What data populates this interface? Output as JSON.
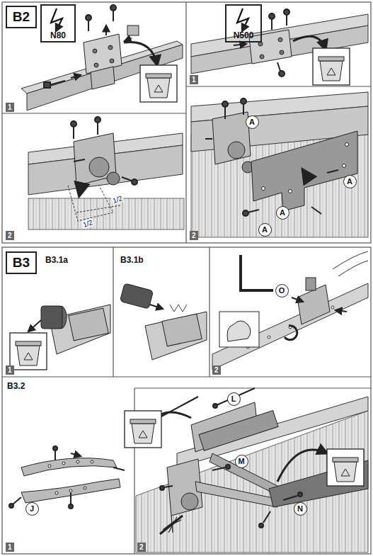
{
  "diagram": {
    "nodes": [
      {
        "text": [
          "B2"
        ]
      },
      {
        "text": [
          "N80"
        ]
      },
      {
        "text": [
          "N500"
        ]
      },
      {
        "text": [
          "A"
        ]
      },
      {
        "text": [
          "A"
        ]
      },
      {
        "text": [
          "A"
        ]
      },
      {
        "text": [
          "A"
        ]
      },
      {
        "text": [
          "B3"
        ]
      },
      {
        "text": [
          "O"
        ]
      },
      {
        "text": [
          "L"
        ]
      },
      {
        "text": [
          "M"
        ]
      },
      {
        "text": [
          "N"
        ]
      },
      {
        "text": [
          "J"
        ]
      }
    ],
    "labels": [
      "1",
      "2",
      "1",
      "2",
      "1/2",
      "1/2",
      "B3.1a",
      "B3.1b",
      "1",
      "2",
      "B3.2",
      "1",
      "2"
    ]
  }
}
